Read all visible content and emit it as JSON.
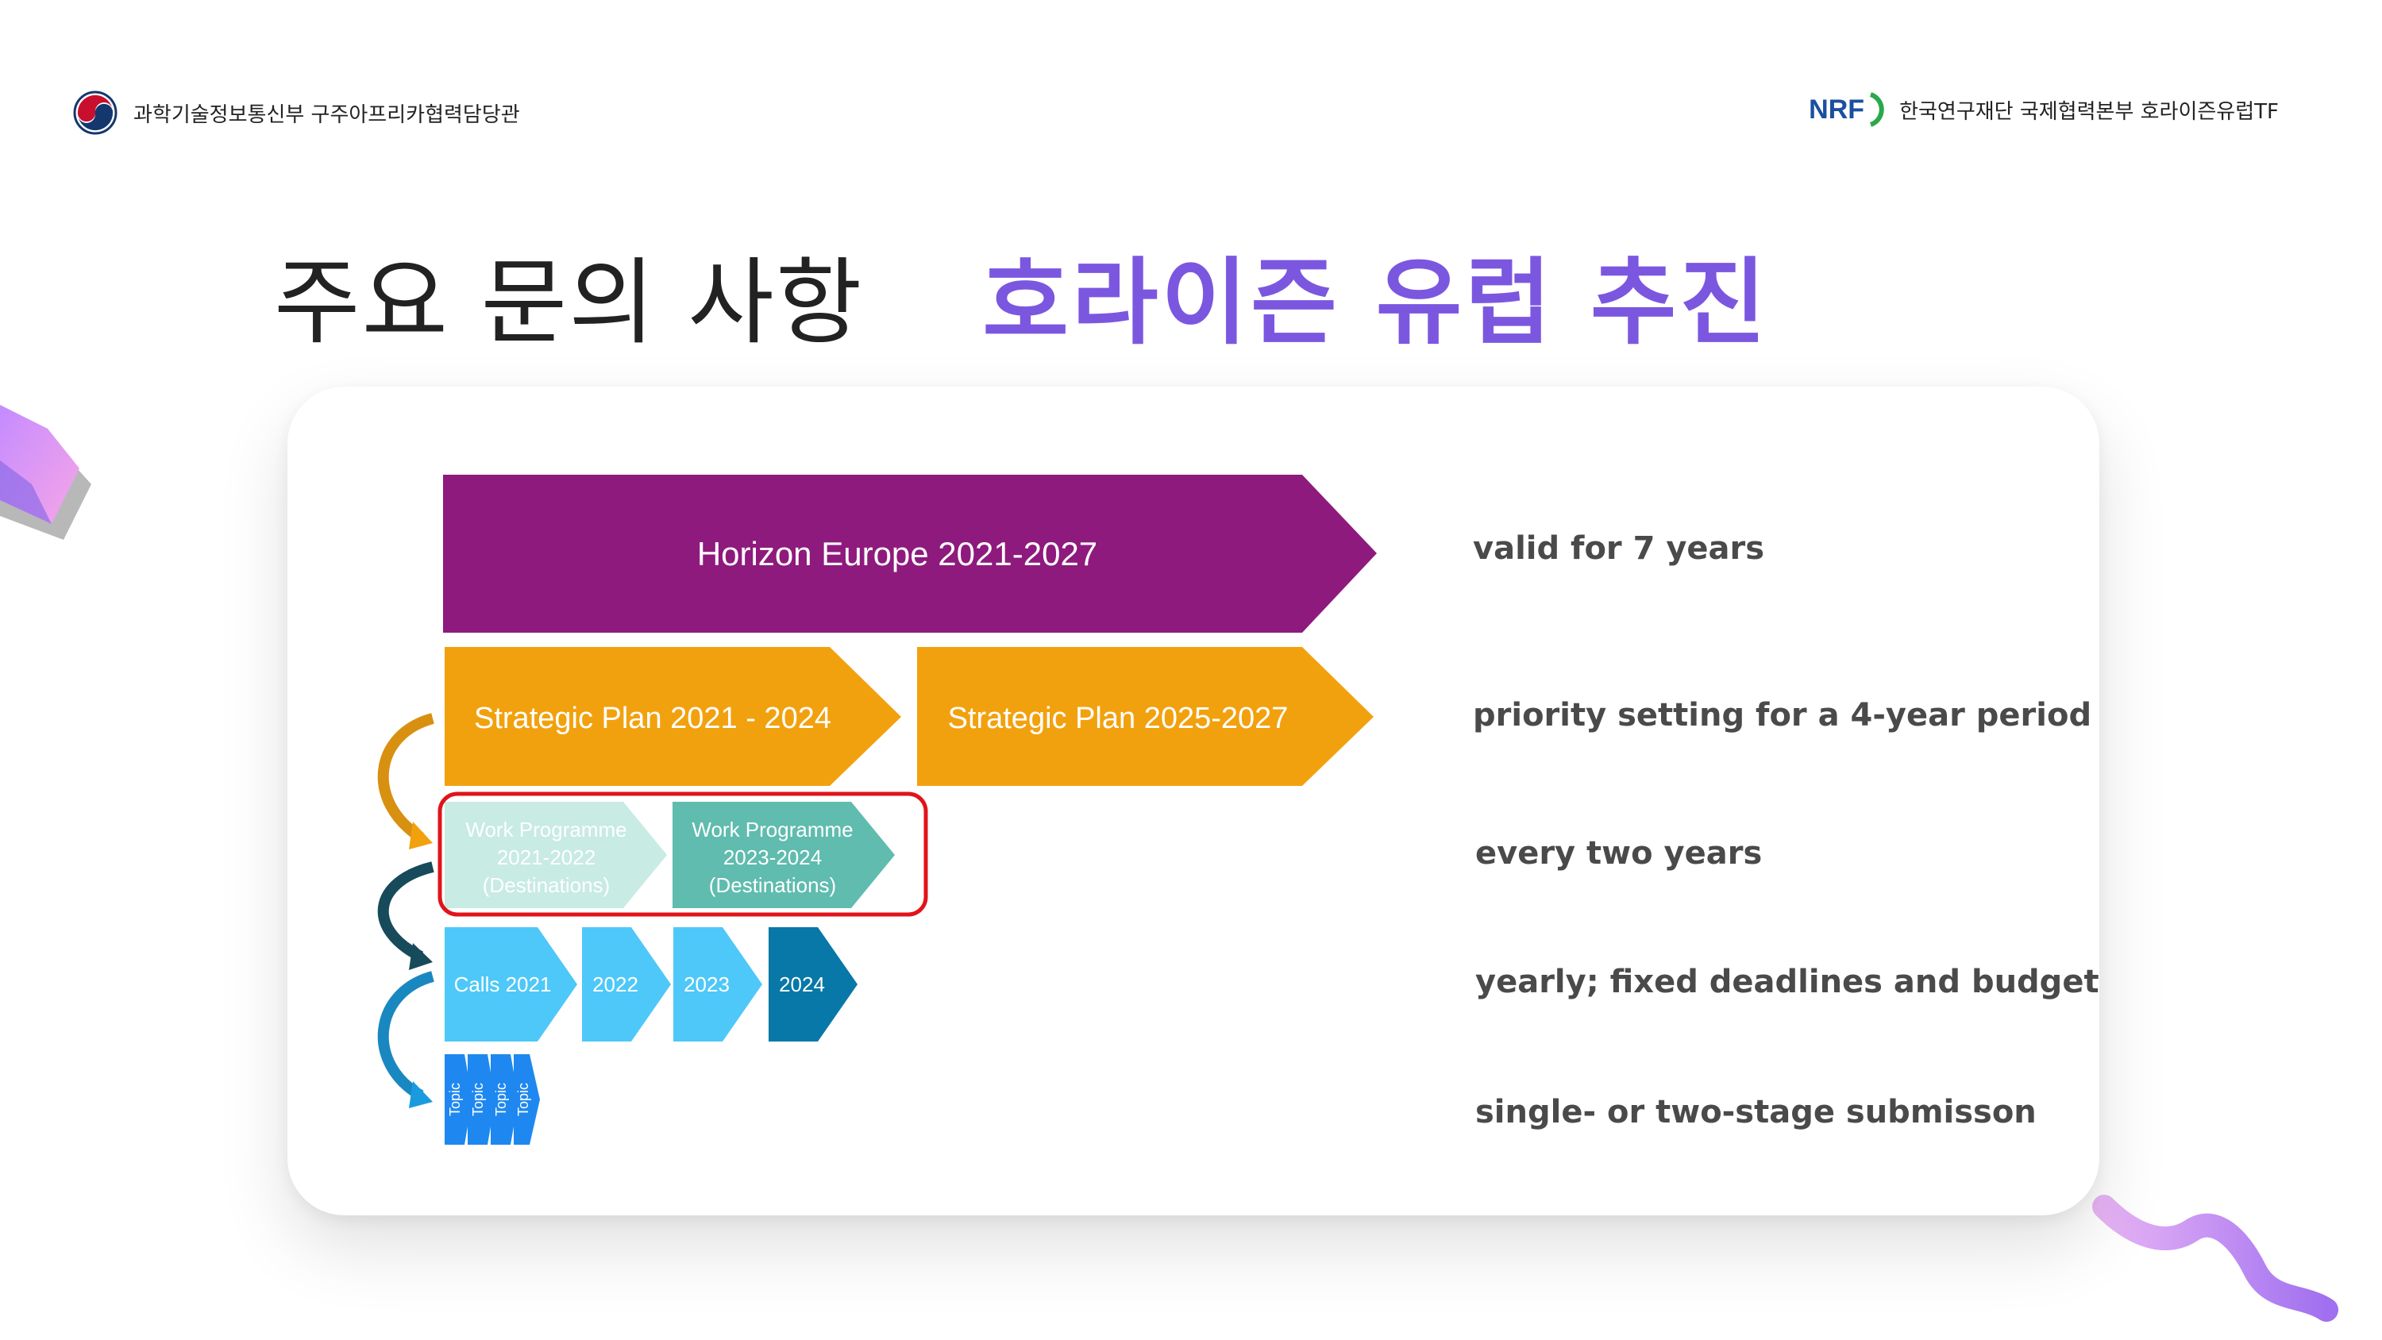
{
  "header": {
    "left_text": "과학기술정보통신부 구주아프리카협력담당관",
    "right_logo": "NRF",
    "right_text": "한국연구재단 국제협력본부 호라이즌유럽TF"
  },
  "title": {
    "part1": "주요 문의 사항",
    "part2": "호라이즌 유럽 추진"
  },
  "diagram": {
    "horizon": "Horizon Europe 2021-2027",
    "sp1": "Strategic Plan 2021 - 2024",
    "sp2": "Strategic Plan 2025-2027",
    "wp1": [
      "Work Programme",
      "2021-2022",
      "(Destinations)"
    ],
    "wp2": [
      "Work Programme",
      "2023-2024",
      "(Destinations)"
    ],
    "calls": [
      "Calls 2021",
      "2022",
      "2023",
      "2024"
    ],
    "topic": "Topic",
    "desc": [
      "valid for 7 years",
      "priority setting for a 4-year period",
      "every two years",
      "yearly; fixed deadlines and budget",
      "single- or two-stage submisson"
    ],
    "colors": {
      "horizon": "#8e1a7d",
      "strategic": "#f2a10e",
      "wp_light": "#c8ebe4",
      "wp_dark": "#5fbcae",
      "calls_light": "#4ec8f8",
      "calls_dark": "#0778a8",
      "topic": "#1e88f0",
      "highlight": "#e0141a",
      "title_accent": "#7b57e0"
    }
  }
}
